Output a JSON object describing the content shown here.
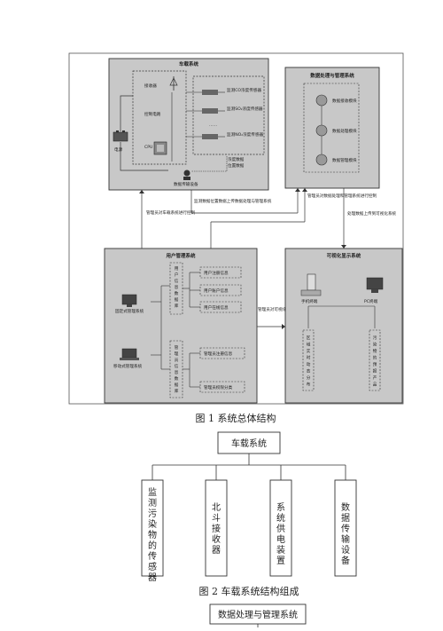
{
  "fig1": {
    "vehicle_box": {
      "title": "车载系统",
      "receiver": "接收器",
      "control_circuit": "控制电路",
      "cpu": "CPU",
      "power": "电源",
      "sensor_co": "监测CO浓度传感器",
      "sensor_so2": "监测SO₂浓度传感器",
      "sensor_no2": "监测NO₂浓度传感器",
      "dots": "……",
      "concentration_data": "浓度数据",
      "position_data": "位置数据",
      "transmission": "数据传输设备"
    },
    "data_box": {
      "title": "数据处理与管理系统",
      "modules": [
        "数据接收模块",
        "数据处理模块",
        "数据管理模块"
      ]
    },
    "user_box": {
      "title": "用户管理系统",
      "fixed_system": "固定式管理系统",
      "mobile_system": "移动式管理系统",
      "user_db": "用户信息数据库",
      "admin_db": "管理员信息数据库",
      "user_items": [
        "用户注册信息",
        "用户账户信息",
        "用户在线信息"
      ],
      "admin_items": [
        "管理员注册信息",
        "管理员权限分类"
      ]
    },
    "viz_box": {
      "title": "可视化显示系统",
      "mobile_terminal": "手机终端",
      "pc_terminal": "PC终端",
      "region_display": "区域实时动态分布",
      "pollutant_product": "污染物的预报产品"
    },
    "arrows": {
      "upload_data": "监测数据位置数据上传数据处理与管理系统",
      "admin_control_vehicle": "管理员对车载系统进行控制",
      "admin_control_data": "管理员对数据处理和管理系统进行控制",
      "upload_viz": "处理数据上传到可视化系统",
      "admin_manage_viz": "管理员对可视化系统进行管理"
    },
    "caption": "图 1  系统总体结构"
  },
  "fig2": {
    "root": "车载系统",
    "children": [
      "监测污染物的传感器",
      "北斗接收器",
      "系统供电装置",
      "数据传输设备"
    ],
    "caption": "图 2  车载系统结构组成"
  },
  "fig3": {
    "root": "数据处理与管理系统"
  }
}
